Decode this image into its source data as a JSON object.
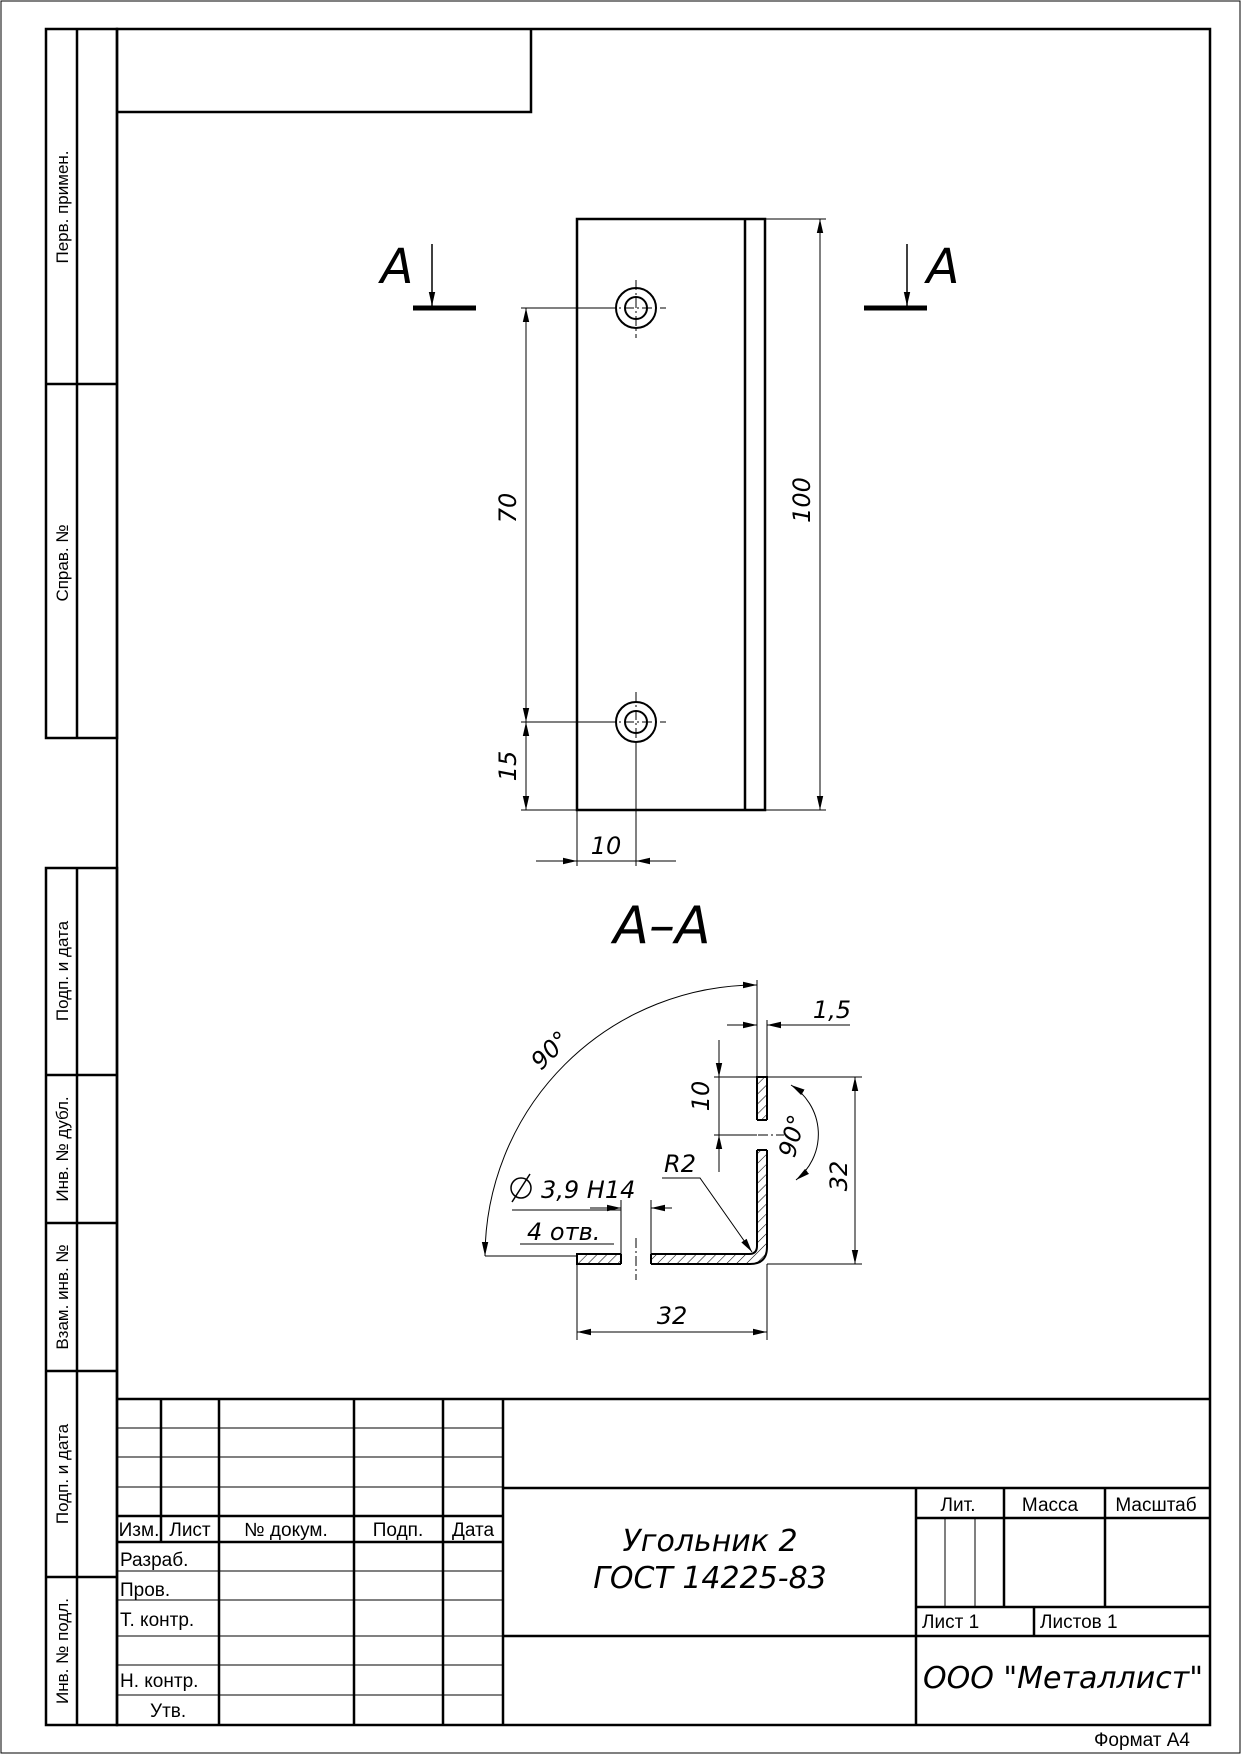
{
  "side_stamp": {
    "perv_primen": "Перв. примен.",
    "sprav_no": "Справ. №",
    "podp_data_1": "Подп. и дата",
    "inv_no_dubl": "Инв. № дубл.",
    "vzam_inv_no": "Взам. инв. №",
    "podp_data_2": "Подп. и дата",
    "inv_no_podl": "Инв. № подл."
  },
  "drawing": {
    "section_mark_left": "А",
    "section_mark_right": "А",
    "section_title": "А–А",
    "dim_70": "70",
    "dim_100": "100",
    "dim_15": "15",
    "dim_10_bottom": "10",
    "dim_1_5": "1,5",
    "dim_10_vertical": "10",
    "dim_angle_outer": "90°",
    "dim_angle_inner": "90°",
    "dim_R2": "R2",
    "dim_hole": "3,9 H14",
    "dim_holes_count": "4 отв.",
    "dim_32_vertical": "32",
    "dim_32_horizontal": "32"
  },
  "title_block": {
    "headers": {
      "izm": "Изм.",
      "list": "Лист",
      "no_dokum": "№ докум.",
      "podp": "Подп.",
      "data": "Дата"
    },
    "roles": {
      "razrab": "Разраб.",
      "prov": "Пров.",
      "t_kontr": "Т. контр.",
      "n_kontr": "Н. контр.",
      "utv": "Утв."
    },
    "designation_line1": "Угольник 2",
    "designation_line2": "ГОСТ 14225-83",
    "lit": "Лит.",
    "massa": "Масса",
    "masshtab": "Масштаб",
    "sheet": "Лист 1",
    "sheets": "Листов 1",
    "organization": "ООО \"Металлист\"",
    "format": "Формат А4"
  }
}
